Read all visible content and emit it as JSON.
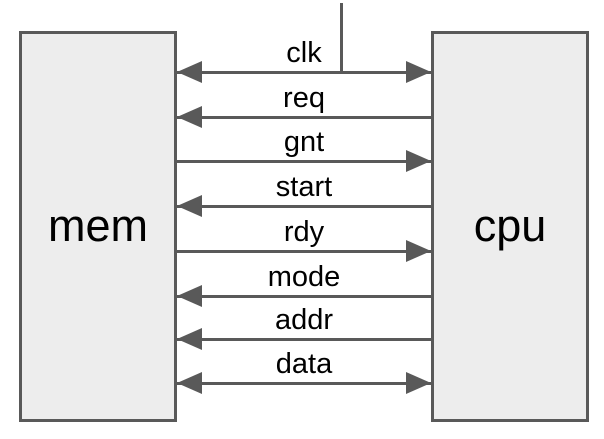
{
  "diagram": {
    "left_block": {
      "label": "mem"
    },
    "right_block": {
      "label": "cpu"
    },
    "signals": [
      {
        "label": "clk",
        "direction": "bidirectional",
        "external_clock_feed": true
      },
      {
        "label": "req",
        "direction": "to_mem"
      },
      {
        "label": "gnt",
        "direction": "to_cpu"
      },
      {
        "label": "start",
        "direction": "to_mem"
      },
      {
        "label": "rdy",
        "direction": "to_cpu"
      },
      {
        "label": "mode",
        "direction": "to_mem"
      },
      {
        "label": "addr",
        "direction": "to_mem"
      },
      {
        "label": "data",
        "direction": "bidirectional"
      }
    ],
    "colors": {
      "line": "#595959",
      "block_fill": "#ededed",
      "block_border": "#595959",
      "text": "#000000",
      "background": "#ffffff"
    }
  }
}
